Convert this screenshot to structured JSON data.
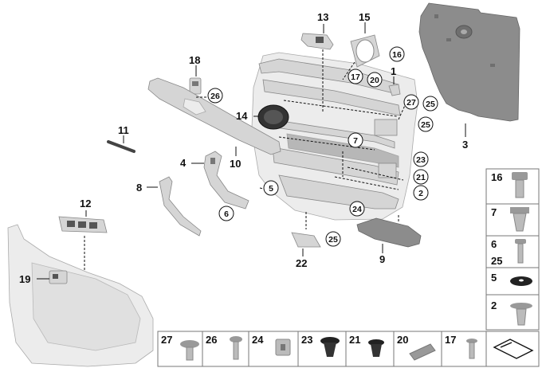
{
  "callouts_plain": [
    {
      "id": "c13",
      "text": "13"
    },
    {
      "id": "c15",
      "text": "15"
    },
    {
      "id": "c18",
      "text": "18"
    },
    {
      "id": "c1",
      "text": "1"
    },
    {
      "id": "c3",
      "text": "3"
    },
    {
      "id": "c14",
      "text": "14"
    },
    {
      "id": "c11",
      "text": "11"
    },
    {
      "id": "c10",
      "text": "10"
    },
    {
      "id": "c4",
      "text": "4"
    },
    {
      "id": "c8",
      "text": "8"
    },
    {
      "id": "c12",
      "text": "12"
    },
    {
      "id": "c9",
      "text": "9"
    },
    {
      "id": "c22",
      "text": "22"
    },
    {
      "id": "c19",
      "text": "19"
    }
  ],
  "callouts_circled": [
    {
      "id": "r16",
      "text": "16"
    },
    {
      "id": "r17",
      "text": "17"
    },
    {
      "id": "r20",
      "text": "20"
    },
    {
      "id": "r26",
      "text": "26"
    },
    {
      "id": "r27",
      "text": "27"
    },
    {
      "id": "r25a",
      "text": "25"
    },
    {
      "id": "r25b",
      "text": "25"
    },
    {
      "id": "r7",
      "text": "7"
    },
    {
      "id": "r23",
      "text": "23"
    },
    {
      "id": "r21",
      "text": "21"
    },
    {
      "id": "r2",
      "text": "2"
    },
    {
      "id": "r5",
      "text": "5"
    },
    {
      "id": "r6",
      "text": "6"
    },
    {
      "id": "r24",
      "text": "24"
    },
    {
      "id": "r25c",
      "text": "25"
    }
  ],
  "side_panel": [
    {
      "label": "16",
      "icon": "rivet-clip-icon"
    },
    {
      "label": "7",
      "icon": "expanding-clip-icon"
    },
    {
      "label": "6",
      "label2": "25",
      "icon": "screw-icon"
    },
    {
      "label": "5",
      "icon": "washer-icon"
    },
    {
      "label": "2",
      "icon": "fir-tree-clip-icon"
    }
  ],
  "bottom_panel": [
    {
      "label": "27",
      "icon": "flange-screw-icon"
    },
    {
      "label": "26",
      "icon": "pan-screw-icon"
    },
    {
      "label": "24",
      "icon": "clip-nut-icon"
    },
    {
      "label": "23",
      "icon": "dark-plug-icon"
    },
    {
      "label": "21",
      "icon": "dark-plug-small-icon"
    },
    {
      "label": "20",
      "icon": "mounting-strip-icon"
    },
    {
      "label": "17",
      "icon": "sheet-screw-icon"
    },
    {
      "label": "",
      "icon": "arrow-bracket-icon"
    }
  ]
}
